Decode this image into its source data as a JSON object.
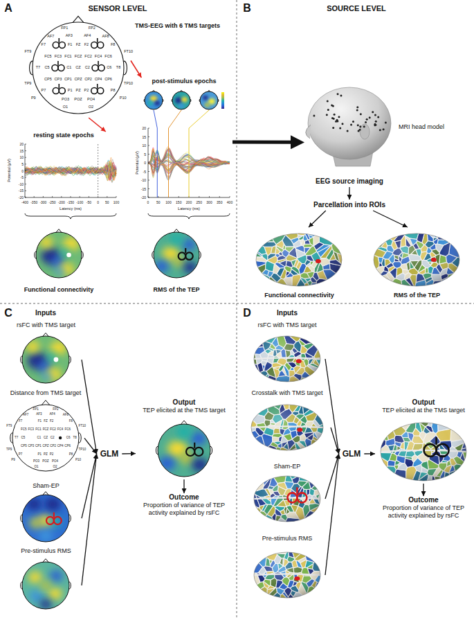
{
  "diagram": {
    "nodes": [
      {
        "text": [
          "TMS-EEG with 6 TMS targets"
        ]
      },
      {
        "text": [
          "resting state epochs"
        ]
      },
      {
        "text": [
          "post-stimulus epochs"
        ]
      },
      {
        "text": [
          "Functional connectivity"
        ]
      },
      {
        "text": [
          "RMS of the TEP"
        ]
      },
      {
        "text": [
          "MRI head model"
        ]
      },
      {
        "text": [
          "EEG source imaging"
        ]
      },
      {
        "text": [
          "Parcellation into ROIs"
        ]
      },
      {
        "text": [
          "Functional connectivity"
        ]
      },
      {
        "text": [
          "RMS of the TEP"
        ]
      },
      {
        "text": [
          "rsFC with TMS target"
        ]
      },
      {
        "text": [
          "Distance from TMS target"
        ]
      },
      {
        "text": [
          "Sham-EP"
        ]
      },
      {
        "text": [
          "Pre-stimulus RMS"
        ]
      },
      {
        "text": [
          "GLM"
        ]
      },
      {
        "text": [
          "Output",
          "TEP elicited at the TMS target"
        ]
      },
      {
        "text": [
          "Outcome",
          "Proportion of variance of TEP activity explained by rsFC"
        ]
      },
      {
        "text": [
          "rsFC with TMS target"
        ]
      },
      {
        "text": [
          "Crosstalk with TMS target"
        ]
      },
      {
        "text": [
          "Sham-EP"
        ]
      },
      {
        "text": [
          "Pre-stimulus RMS"
        ]
      },
      {
        "text": [
          "GLM"
        ]
      },
      {
        "text": [
          "Output",
          "TEP elicited at the TMS target"
        ]
      },
      {
        "text": [
          "Outcome",
          "Proportion of variance of TEP activity explained by rsFC"
        ]
      }
    ],
    "edges": [
      {
        "from": 0,
        "to": 1,
        "arrow": "to"
      },
      {
        "from": 0,
        "to": 2,
        "arrow": "to"
      },
      {
        "from": 2,
        "to": 5,
        "arrow": "to"
      },
      {
        "from": 6,
        "to": 7,
        "arrow": "to"
      },
      {
        "from": 7,
        "to": 8,
        "arrow": "to"
      },
      {
        "from": 7,
        "to": 9,
        "arrow": "to"
      },
      {
        "from": 10,
        "to": 14,
        "arrow": "to"
      },
      {
        "from": 11,
        "to": 14,
        "arrow": "to"
      },
      {
        "from": 12,
        "to": 14,
        "arrow": "to"
      },
      {
        "from": 13,
        "to": 14,
        "arrow": "to"
      },
      {
        "from": 14,
        "to": 15,
        "arrow": "to"
      },
      {
        "from": 15,
        "to": 16,
        "arrow": "to"
      },
      {
        "from": 17,
        "to": 21,
        "arrow": "to"
      },
      {
        "from": 18,
        "to": 21,
        "arrow": "to"
      },
      {
        "from": 19,
        "to": 21,
        "arrow": "to"
      },
      {
        "from": 20,
        "to": 21,
        "arrow": "to"
      },
      {
        "from": 21,
        "to": 22,
        "arrow": "to"
      },
      {
        "from": 22,
        "to": 23,
        "arrow": "to"
      }
    ],
    "labels": [
      "A",
      "SENSOR LEVEL",
      "B",
      "SOURCE LEVEL",
      "C",
      "Inputs",
      "D",
      "Inputs",
      "FP1",
      "FP2",
      "AF7",
      "AF3",
      "AF4",
      "AF8",
      "F7",
      "F1",
      "FZ",
      "F2",
      "F8",
      "FT9",
      "FT10",
      "FC5",
      "FC3",
      "FC1",
      "FCZ",
      "FC2",
      "FC4",
      "FC6",
      "T7",
      "C5",
      "C1",
      "CZ",
      "C2",
      "C6",
      "T8",
      "TP9",
      "TP10",
      "CP5",
      "CP3",
      "CP1",
      "CPZ",
      "CP2",
      "CP4",
      "CP6",
      "P7",
      "P1",
      "PZ",
      "P2",
      "P8",
      "P9",
      "P10",
      "PO3",
      "POZ",
      "PO4",
      "O1",
      "O2",
      "FP1",
      "FP2",
      "AF7",
      "AF3",
      "AF4",
      "AF8",
      "F7",
      "F1",
      "FZ",
      "F2",
      "F8",
      "FT9",
      "FT10",
      "FC5",
      "FC3",
      "FC1",
      "FCZ",
      "FC2",
      "FC4",
      "FC6",
      "T7",
      "C5",
      "C1",
      "CZ",
      "C2",
      "C6",
      "T8",
      "TP9",
      "TP10",
      "CP5",
      "CP3",
      "CP1",
      "CPZ",
      "CP2",
      "CP4",
      "CP6",
      "P7",
      "P1",
      "PZ",
      "P2",
      "P8",
      "P9",
      "P10",
      "PO3",
      "POZ",
      "PO4",
      "O1",
      "O2",
      "20",
      "15",
      "10",
      "5",
      "0",
      "-5",
      "-10",
      "-15",
      "-20",
      "-400",
      "-350",
      "-300",
      "-250",
      "-200",
      "-150",
      "-100",
      "-50",
      "0",
      "50",
      "100",
      "Potential (µV)",
      "Latency (ms)",
      "20",
      "15",
      "10",
      "5",
      "0",
      "-5",
      "-10",
      "-15",
      "-20",
      "0",
      "50",
      "100",
      "150",
      "200",
      "250",
      "300",
      "350",
      "400",
      "Potential (µV)",
      "Latency (ms)"
    ]
  }
}
